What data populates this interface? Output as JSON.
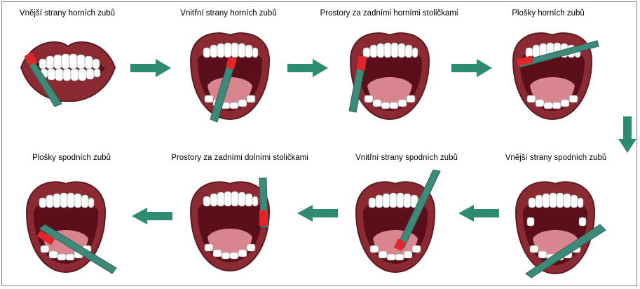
{
  "colors": {
    "lip": "#8b2a33",
    "lip_edge": "#5e1a22",
    "mouth_dark": "#5a0f1a",
    "tongue": "#d9858f",
    "teeth": "#ffffff",
    "brush": "#3d8a7a",
    "bristles": "#e0262b",
    "arrow": "#2e8a70"
  },
  "steps": [
    {
      "label": "Vnější strany horních zubů"
    },
    {
      "label": "Vnitřní strany horních zubů"
    },
    {
      "label": "Prostory za zadními horními stoličkami"
    },
    {
      "label": "Plošky horních zubů"
    },
    {
      "label": "Vnější strany spodních zubů"
    },
    {
      "label": "Vnitřní strany spodních zubů"
    },
    {
      "label": "Prostory za zadními dolními stoličkami"
    },
    {
      "label": "Plošky spodních zubů"
    }
  ]
}
